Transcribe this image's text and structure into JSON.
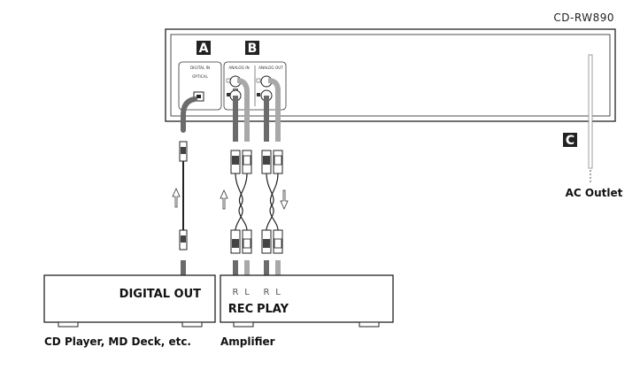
{
  "model": "CD-RW890",
  "panel": {
    "section_a": "A",
    "section_b": "B",
    "section_c": "C",
    "digital_in_label": "DIGITAL IN",
    "optical_label": "OPTICAL",
    "analog_in_label": "ANALOG IN",
    "analog_out_label": "ANALOG OUT"
  },
  "devices": {
    "cd_player_caption": "CD Player, MD Deck, etc.",
    "digital_out_label": "DIGITAL OUT",
    "amplifier_caption": "Amplifier",
    "rec_label": "REC",
    "play_label": "PLAY",
    "r_label": "R",
    "l_label": "L"
  },
  "ac_outlet_label": "AC Outlet",
  "colors": {
    "line": "#222222",
    "cable_dark": "#6b6b6b",
    "cable_light": "#a8a8a8",
    "badge": "#222222"
  }
}
